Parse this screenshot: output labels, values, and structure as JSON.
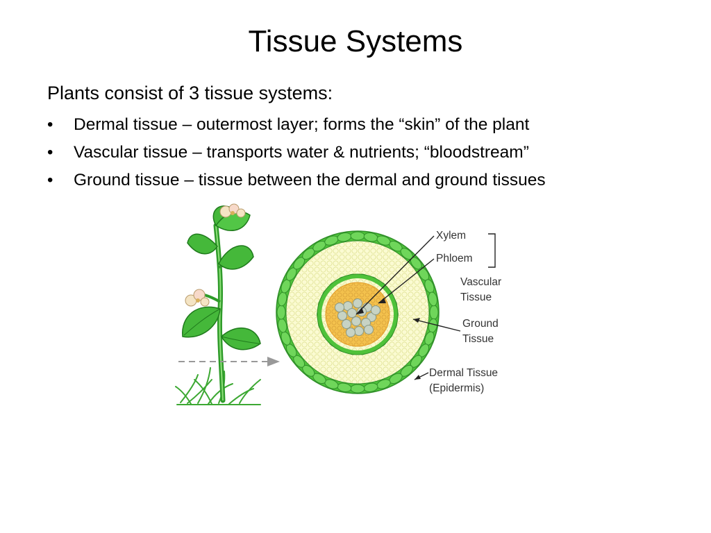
{
  "slide": {
    "title": "Tissue Systems",
    "intro": "Plants consist of 3 tissue systems:",
    "bullets": [
      "Dermal tissue – outermost layer; forms the “skin” of the plant",
      "Vascular tissue – transports water & nutrients; “bloodstream”",
      "Ground tissue – tissue between the dermal and ground tissues"
    ]
  },
  "diagram": {
    "labels": {
      "xylem": "Xylem",
      "phloem": "Phloem",
      "vascular_1": "Vascular",
      "vascular_2": "Tissue",
      "ground_1": "Ground",
      "ground_2": "Tissue",
      "dermal_1": "Dermal Tissue",
      "dermal_2": "(Epidermis)"
    },
    "colors": {
      "epidermis": "#4fc23a",
      "ground_fill": "#fbfbd2",
      "ground_cell": "#e2e49a",
      "phloem_fill": "#f3c14d",
      "xylem_cell": "#c7d3c4",
      "plant_green": "#3ca832"
    }
  }
}
